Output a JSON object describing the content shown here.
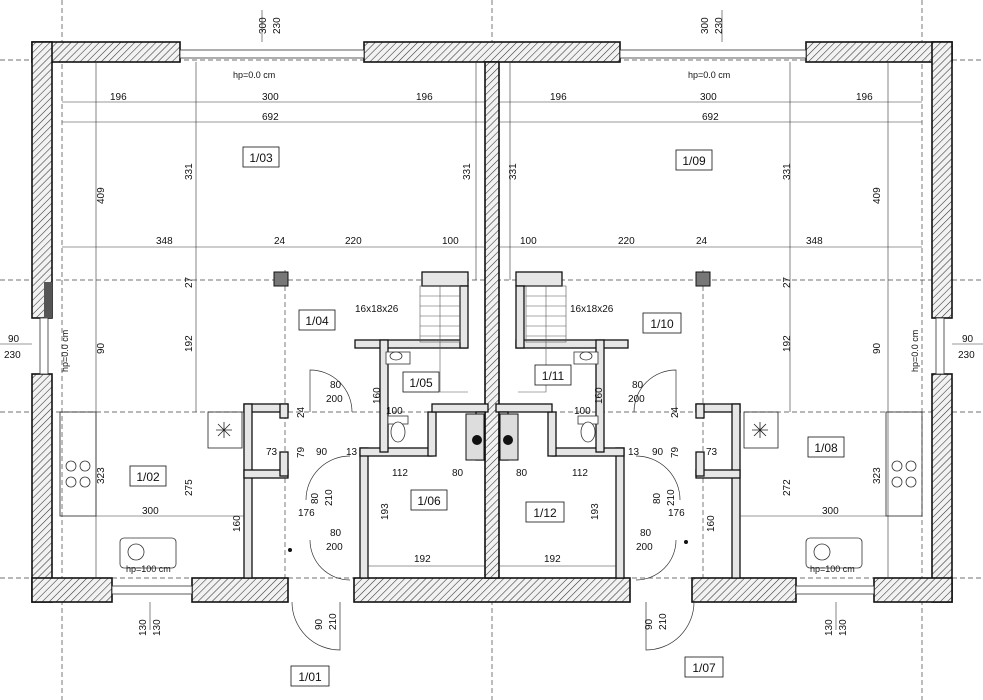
{
  "plan": {
    "rooms": [
      {
        "id": "r0103",
        "label": "1/03"
      },
      {
        "id": "r0104",
        "label": "1/04"
      },
      {
        "id": "r0105",
        "label": "1/05"
      },
      {
        "id": "r0102",
        "label": "1/02"
      },
      {
        "id": "r0106",
        "label": "1/06"
      },
      {
        "id": "r0101",
        "label": "1/01"
      },
      {
        "id": "r0109",
        "label": "1/09"
      },
      {
        "id": "r0110",
        "label": "1/10"
      },
      {
        "id": "r0111",
        "label": "1/11"
      },
      {
        "id": "r0108",
        "label": "1/08"
      },
      {
        "id": "r0112",
        "label": "1/12"
      },
      {
        "id": "r0107",
        "label": "1/07"
      }
    ],
    "hp_labels": {
      "top_left": "hp=0.0 cm",
      "top_right": "hp=0.0 cm",
      "side_left": "hp=0.0 cm",
      "side_right": "hp=0.0 cm",
      "bottom_left": "hp=100 cm",
      "bottom_right": "hp=100 cm"
    },
    "stairs_label": "16x18x26",
    "dims": {
      "top_win_a": "300",
      "top_win_b": "230",
      "side_win_a": "90",
      "side_win_b": "230",
      "bottom_win_a": "130",
      "bottom_win_b": "130",
      "entry_door_a": "90",
      "entry_door_b": "210",
      "w196": "196",
      "w300": "300",
      "w692": "692",
      "w348": "348",
      "w24": "24",
      "w220": "220",
      "w100": "100",
      "h409": "409",
      "h331": "331",
      "h27": "27",
      "h90": "90",
      "h192": "192",
      "h323": "323",
      "h275": "275",
      "h272": "272",
      "h160": "160",
      "w112": "112",
      "w80": "80",
      "w13": "13",
      "h193": "193",
      "w192": "192",
      "h73": "73",
      "h79": "79",
      "w176": "176",
      "d80": "80",
      "d200": "200",
      "d210": "210"
    }
  }
}
